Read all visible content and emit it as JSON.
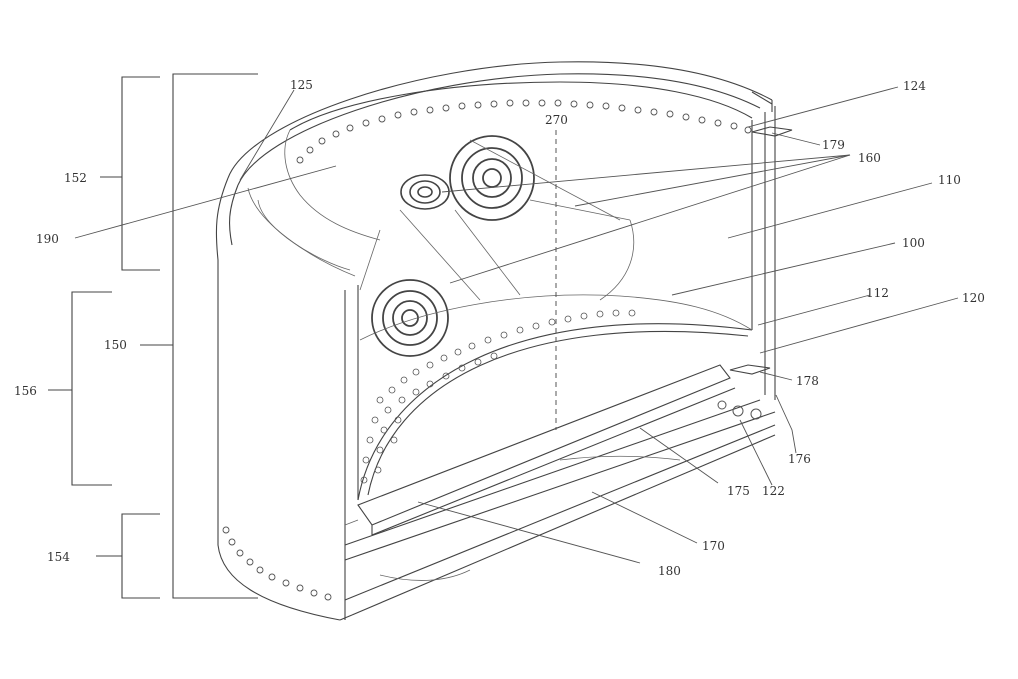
{
  "labels": {
    "l124": "124",
    "l125": "125",
    "l270": "270",
    "l179": "179",
    "l160": "160",
    "l110": "110",
    "l152": "152",
    "l190": "190",
    "l100": "100",
    "l112": "112",
    "l120": "120",
    "l150": "150",
    "l156": "156",
    "l178": "178",
    "l176": "176",
    "l175": "175",
    "l122": "122",
    "l170": "170",
    "l154": "154",
    "l180": "180"
  }
}
